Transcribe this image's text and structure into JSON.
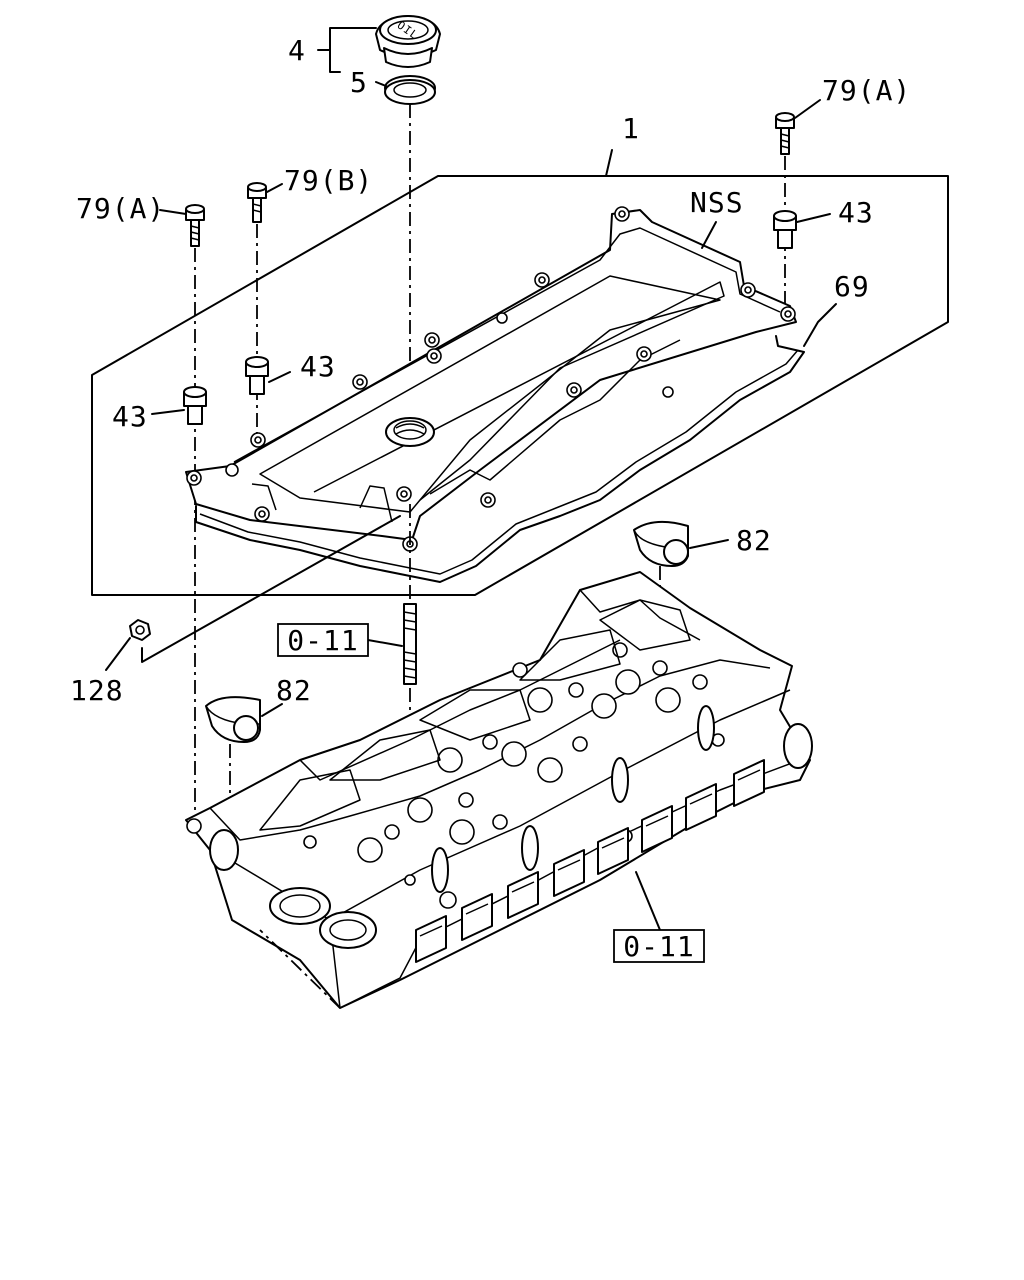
{
  "callouts": {
    "c4": "4",
    "c5": "5",
    "c1": "1",
    "c79a_right": "79(A)",
    "c79a_left": "79(A)",
    "c79b": "79(B)",
    "cNSS": "NSS",
    "c43_right": "43",
    "c43_mid": "43",
    "c43_left": "43",
    "c69": "69",
    "c82_right": "82",
    "c82_left": "82",
    "c128": "128",
    "ref_upper": "0-11",
    "ref_lower": "0-11"
  },
  "cap_marking": "OIL"
}
